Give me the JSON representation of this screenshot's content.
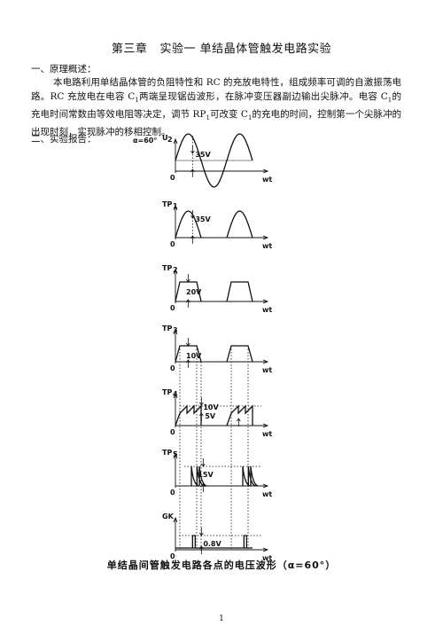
{
  "doc": {
    "title_chapter": "第三章",
    "title_main": "实验一  单结晶体管触发电路实验",
    "section1": "一、原理概述：",
    "paragraph": {
      "p1": "本电路利用单结晶体管的负阻特性和 RC 的充放电特性，组成频率可调的自激振荡电路。RC 充放电在电容 C",
      "s1": "1",
      "p2": "两端呈现锯齿波形，在脉冲变压器副边输出尖脉冲。电容 C",
      "s2": "1",
      "p3": "的充电时间常数由等效电阻等决定，调节 RP",
      "s3": "1",
      "p4": "可改变 C",
      "s4": "1",
      "p5": "的充电的时间，控制第一个尖脉冲的出现时刻，实现脉冲的移相控制。"
    },
    "section2": "二、实验报告：",
    "alpha_label": "α=60°",
    "caption": "单结晶间管触发电路各点的电压波形（α=60°）",
    "page_number": "1"
  },
  "waveforms": [
    {
      "name": "u2",
      "label": "U",
      "sub": "2",
      "value": "35V"
    },
    {
      "name": "tp1",
      "label": "TP",
      "sub": "1",
      "value": "35V"
    },
    {
      "name": "tp2",
      "label": "TP",
      "sub": "2",
      "value": "20V"
    },
    {
      "name": "tp3",
      "label": "TP",
      "sub": "3",
      "value": "10V"
    },
    {
      "name": "tp4",
      "label": "TP",
      "sub": "4",
      "value": "10V",
      "value2": "5V"
    },
    {
      "name": "tp5",
      "label": "TP",
      "sub": "5",
      "value": "15V"
    },
    {
      "name": "gk",
      "label": "GK",
      "sub": "",
      "value": "0.8V"
    }
  ],
  "axis": {
    "origin": "0",
    "time": "wt"
  }
}
